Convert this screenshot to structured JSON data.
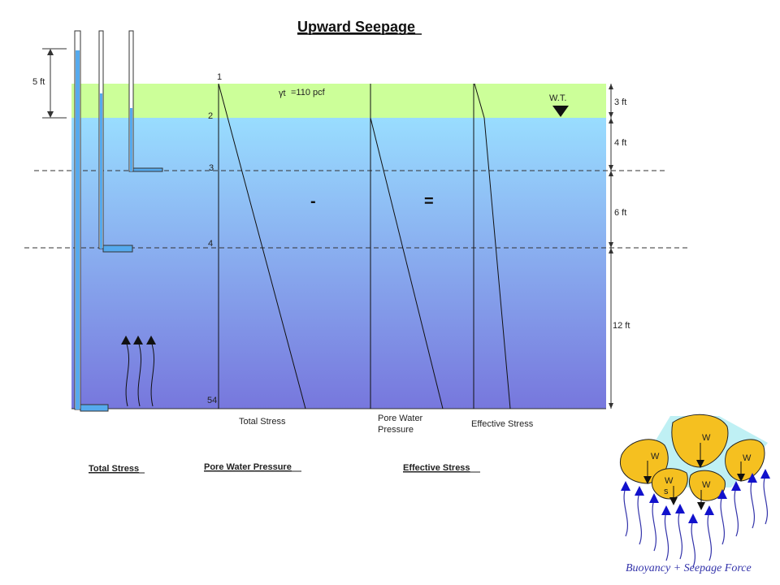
{
  "title": "Upward Seepage",
  "unit_weight_label": "=110 pcf",
  "unit_weight_symbol": "γt",
  "water_table_label": "W.T.",
  "piezometer_head_label": "5 ft",
  "layer_thickness_labels": [
    "3 ft",
    "4 ft",
    "6 ft",
    "12 ft"
  ],
  "point_labels": [
    "1",
    "2",
    "3",
    "4",
    "54"
  ],
  "operator_minus": "-",
  "operator_equals": "=",
  "profile_labels": {
    "total_stress": "Total Stress",
    "pore_water_pressure_line1": "Pore Water",
    "pore_water_pressure_line2": "Pressure",
    "effective_stress": "Effective  Stress"
  },
  "bottom_headings": {
    "total_stress": "Total  Stress",
    "pore_water_pressure": "Pore Water Pressure",
    "effective_stress": "Effective  Stress"
  },
  "particle_labels": [
    "W",
    "W",
    "W",
    "W",
    "W"
  ],
  "particle_sublabel": "s",
  "caption": "Buoyancy + Seepage  Force",
  "colors": {
    "top_soil": "#ccff99",
    "water_top": "#99ddff",
    "water_bottom": "#7777dd",
    "piezometer": "#55aaee",
    "particle": "#f5c020",
    "arrow": "#1111cc"
  }
}
